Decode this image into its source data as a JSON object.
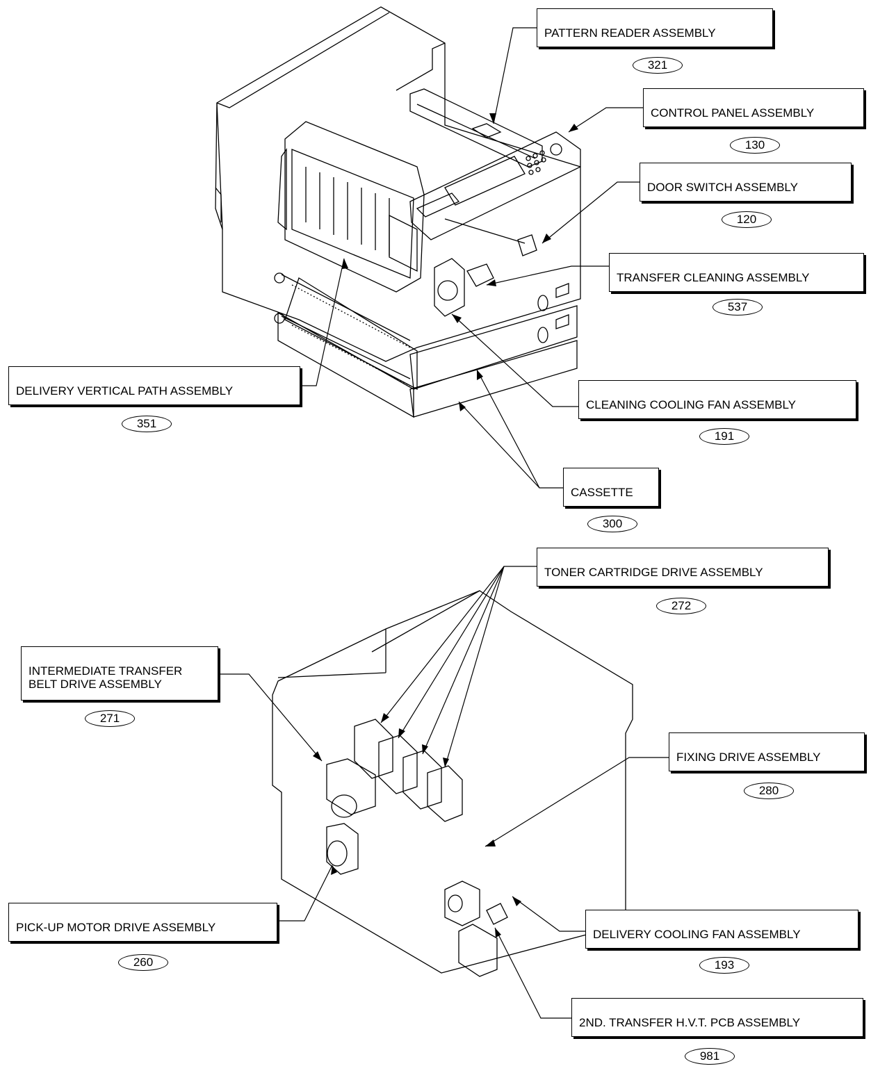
{
  "callouts": [
    {
      "label": "PATTERN READER ASSEMBLY",
      "number": "321"
    },
    {
      "label": "CONTROL PANEL ASSEMBLY",
      "number": "130"
    },
    {
      "label": "DOOR SWITCH ASSEMBLY",
      "number": "120"
    },
    {
      "label": "TRANSFER CLEANING ASSEMBLY",
      "number": "537"
    },
    {
      "label": "DELIVERY VERTICAL PATH ASSEMBLY",
      "number": "351"
    },
    {
      "label": "CLEANING COOLING FAN ASSEMBLY",
      "number": "191"
    },
    {
      "label": "CASSETTE",
      "number": "300"
    },
    {
      "label": "TONER CARTRIDGE DRIVE ASSEMBLY",
      "number": "272"
    },
    {
      "label": "INTERMEDIATE TRANSFER\nBELT DRIVE ASSEMBLY",
      "number": "271"
    },
    {
      "label": "FIXING DRIVE ASSEMBLY",
      "number": "280"
    },
    {
      "label": "PICK-UP MOTOR DRIVE ASSEMBLY",
      "number": "260"
    },
    {
      "label": "DELIVERY COOLING FAN ASSEMBLY",
      "number": "193"
    },
    {
      "label": "2ND. TRANSFER H.V.T. PCB ASSEMBLY",
      "number": "981"
    }
  ]
}
